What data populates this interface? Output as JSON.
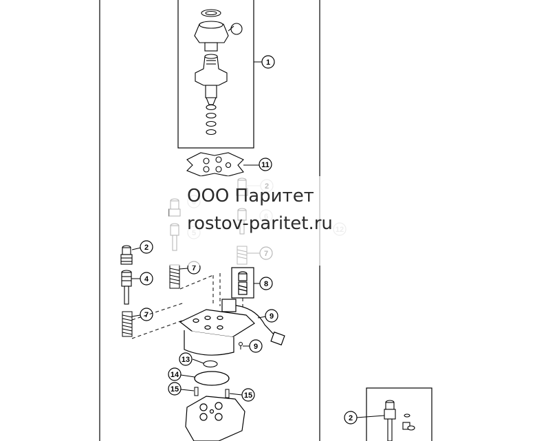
{
  "callouts": {
    "c1": "1",
    "c2a": "2",
    "c2b": "2",
    "c2c": "2",
    "c4": "4",
    "c5": "5",
    "c6a": "6",
    "c6b": "6",
    "c7a": "7",
    "c7b": "7",
    "c7c": "7",
    "c8": "8",
    "c9a": "9",
    "c9b": "9",
    "c11": "11",
    "c12": "12",
    "c13": "13",
    "c14": "14",
    "c15a": "15",
    "c15b": "15"
  },
  "watermark": {
    "company": "ООО Паритет",
    "site": "rostov-paritet.ru"
  },
  "colors": {
    "ink": "#000000",
    "ghost": "#bdbdbd",
    "background": "#ffffff"
  }
}
